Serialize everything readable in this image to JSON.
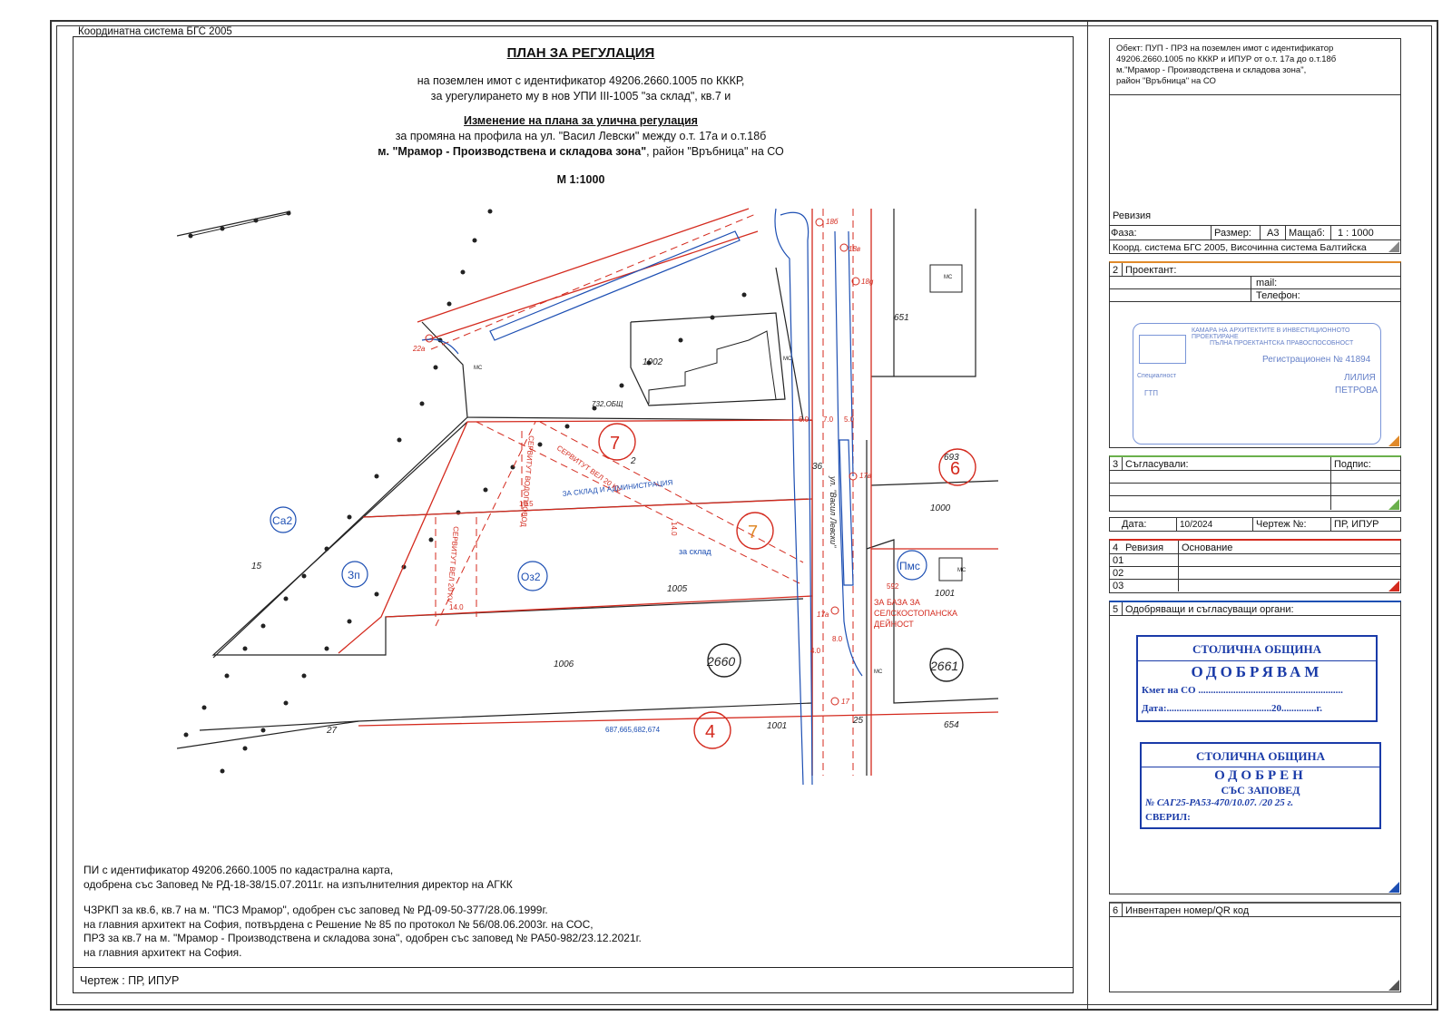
{
  "coord_system": "Координатна система БГС 2005",
  "title": {
    "main": "ПЛАН ЗА РЕГУЛАЦИЯ",
    "line1": "на поземлен имот с идентификатор 49206.2660.1005 по КККР,",
    "line2": "за урегулирането му в нов УПИ III-1005 \"за склад\", кв.7 и",
    "subtitle": "Изменение на плана за улична регулация",
    "line3": "за промяна на профила на  ул. \"Васил Левски\" между о.т. 17а и о.т.18б",
    "line4_bold": "м. \"Мрамор - Производствена и складова зона\"",
    "line4_rest": ",  район \"Връбница\" на СО",
    "scale": "М 1:1000"
  },
  "map_labels": {
    "p1002": "1002",
    "p1005": "1005",
    "p1006": "1006",
    "p1001": "1001",
    "p1000": "1000",
    "p651": "651",
    "p693": "693",
    "p15": "15",
    "p27": "27",
    "p25": "25",
    "p36": "36",
    "p2": "2",
    "p654": "654",
    "p592": "592",
    "p732": "732,ОБЩ",
    "kv2660": "2660",
    "kv2661": "2661",
    "kv7a": "7",
    "kv7b": "7",
    "kv6": "6",
    "kv4": "4",
    "zone_co2": "Са2",
    "zone_3p": "Зп",
    "zone_o32": "Оз2",
    "zone_pms": "Пмс",
    "upi_admin": "ЗА СКЛАД И АДМИНИСТРАЦИЯ",
    "upi_sklad": "за склад",
    "servitut1": "СЕРВИТУТ ВЕЛ 20 KV",
    "servitut2": "СЕРВИТУТ ВОДОПРОВОД",
    "servitut3": "СЕРВИТУТ ВЕЛ 20 KV",
    "street": "ул. \"Васил Левски\"",
    "baza1": "ЗА БАЗА ЗА",
    "baza2": "СЕЛСКОСТОПАНСКА",
    "baza3": "ДЕЙНОСТ",
    "ot18b": "18б",
    "ot18v": "18в",
    "ot18g": "18g",
    "ot22a": "22а",
    "ot17": "17",
    "ot17a": "17а",
    "ot17v": "17в",
    "upi_multi": "687,665,682,674",
    "dim_105": "10.5",
    "dim_14a": "14.0",
    "dim_14b": "14.0",
    "dim_60": "6.0",
    "dim_70": "7.0",
    "dim_50": "5.0",
    "dim_40": "4.0",
    "dim_80": "8.0",
    "mc": "МС"
  },
  "notes": {
    "n1": "ПИ с идентификатор 49206.2660.1005 по кадастрална карта,",
    "n2": "одобрена със Заповед № РД-18-38/15.07.2011г. на изпълнителния директор на АГКК",
    "n3": "ЧЗРКП за кв.6, кв.7 на м. \"ПСЗ Мрамор\", одобрен със заповед № РД-09-50-377/28.06.1999г.",
    "n4": "на главния архитект на София, потвърдена с Решение № 85 по протокол № 56/08.06.2003г. на СОС,",
    "n5": "ПРЗ за кв.7 на м. \"Мрамор - Производствена и складова зона\", одобрен със заповед № РА50-982/23.12.2021г.",
    "n6": "на главния архитект на София."
  },
  "footer": "Чертеж : ПР, ИПУР",
  "right": {
    "object1": "Обект: ПУП - ПРЗ на  поземлен имот с идентификатор",
    "object2": "49206.2660.1005 по КККР и ИПУР от о.т. 17а до о.т.18б",
    "object3": "м.\"Мрамор - Производствена и складова зона\",",
    "object4": "район \"Връбница\" на СО",
    "revision": "Ревизия",
    "phase_label": "Фаза:",
    "size_label": "Размер:",
    "size_value": "А3",
    "scale_label": "Мащаб:",
    "scale_value": "1 : 1000",
    "coord_row": "Коорд. система БГС 2005, Височинна система Балтийска",
    "s2_num": "2",
    "s2_label": "Проектант:",
    "mail_label": "mail:",
    "phone_label": "Телефон:",
    "s3_num": "3",
    "s3_label": "Съгласували:",
    "sign_label": "Подпис:",
    "date_label": "Дата:",
    "date_value": "10/2024",
    "drawing_label": "Чертеж №:",
    "drawing_value": "ПР, ИПУР",
    "s4_num": "4",
    "s4_rev": "Ревизия",
    "s4_basis": "Основание",
    "rev01": "01",
    "rev02": "02",
    "rev03": "03",
    "s5_num": "5",
    "s5_label": "Одобряващи и съгласуващи органи:",
    "s6_num": "6",
    "s6_label": "Инвентарен номер/QR код"
  },
  "stamps": {
    "designer_line1": "КАМАРА НА АРХИТЕКТИТЕ В ИНВЕСТИЦИОННОТО ПРОЕКТИРАНЕ",
    "designer_line2": "ПЪЛНА ПРОЕКТАНТСКА ПРАВОСПОСОБНОСТ",
    "designer_reg": "Регистрационен № 41894",
    "designer_name1": "ЛИЛИЯ",
    "designer_name2": "ПЕТРОВА",
    "designer_spec": "Специалност",
    "designer_ptp": "ГТП",
    "approve_org": "СТОЛИЧНА ОБЩИНА",
    "approve_word": "ОДОБРЯВАМ",
    "approve_mayor": "Кмет на СО ..........................................................",
    "approve_date": "Дата:..........................................20..............г.",
    "order_org": "СТОЛИЧНА ОБЩИНА",
    "order_word": "ОДОБРЕН",
    "order_sub": "СЪС ЗАПОВЕД",
    "order_num": "№ САГ25-РА53-470/10.07. /20 25 г.",
    "order_check": "СВЕРИЛ:"
  },
  "colors": {
    "red": "#d42a1e",
    "blue": "#1d4fb3",
    "stamp_blue": "#1a3ba8",
    "orange": "#e08a2a",
    "green": "#6ab04c"
  }
}
